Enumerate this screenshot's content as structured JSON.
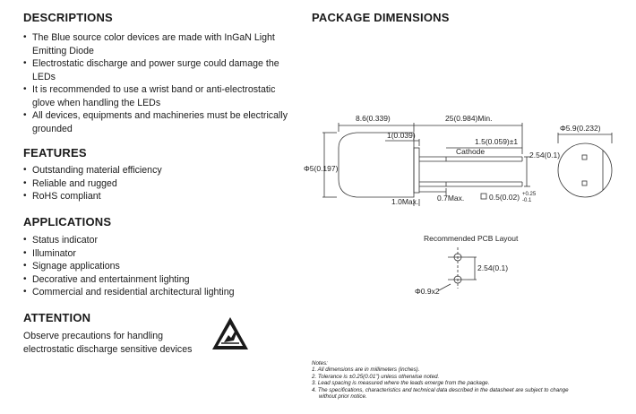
{
  "descriptions": {
    "title": "DESCRIPTIONS",
    "items": [
      "The Blue source color devices are made with InGaN Light Emitting Diode",
      "Electrostatic discharge and power surge could damage the LEDs",
      "It is recommended to use a wrist band or anti-electrostatic glove when handling the LEDs",
      "All devices, equipments and machineries must be electrically grounded"
    ]
  },
  "features": {
    "title": "FEATURES",
    "items": [
      "Outstanding material efficiency",
      "Reliable and rugged",
      "RoHS compliant"
    ]
  },
  "applications": {
    "title": "APPLICATIONS",
    "items": [
      "Status indicator",
      "Illuminator",
      "Signage applications",
      "Decorative and entertainment lighting",
      "Commercial and residential architectural lighting"
    ]
  },
  "attention": {
    "title": "ATTENTION",
    "text": "Observe precautions for handling electrostatic discharge sensitive devices"
  },
  "package": {
    "title": "PACKAGE DIMENSIONS",
    "dims": {
      "lens_length": "8.6(0.339)",
      "lead_length": "25(0.984)Min.",
      "flange": "1(0.039)",
      "lead_step": "1.5(0.059)±1",
      "cathode": "Cathode",
      "diameter": "Φ5(0.197)",
      "spacing": "2.54(0.1)",
      "flange_diameter": "Φ5.9(0.232)",
      "flange_max": "1.0Max.",
      "lead_max": "0.7Max.",
      "lead_square": "0.5(0.02)",
      "tol_plus": "+0.25",
      "tol_minus": "-0.1"
    },
    "pcb": {
      "title": "Recommended PCB Layout",
      "spacing": "2.54(0.1)",
      "hole": "Φ0.9x2"
    }
  },
  "notes": {
    "title": "Notes:",
    "items": [
      "1. All dimensions are in millimeters (inches).",
      "2. Tolerance is ±0.25(0.01\") unless otherwise noted.",
      "3. Lead spacing is measured where the leads emerge from the package.",
      "4. The specifications, characteristics and technical data described in the datasheet are subject to change",
      "without prior notice."
    ]
  }
}
